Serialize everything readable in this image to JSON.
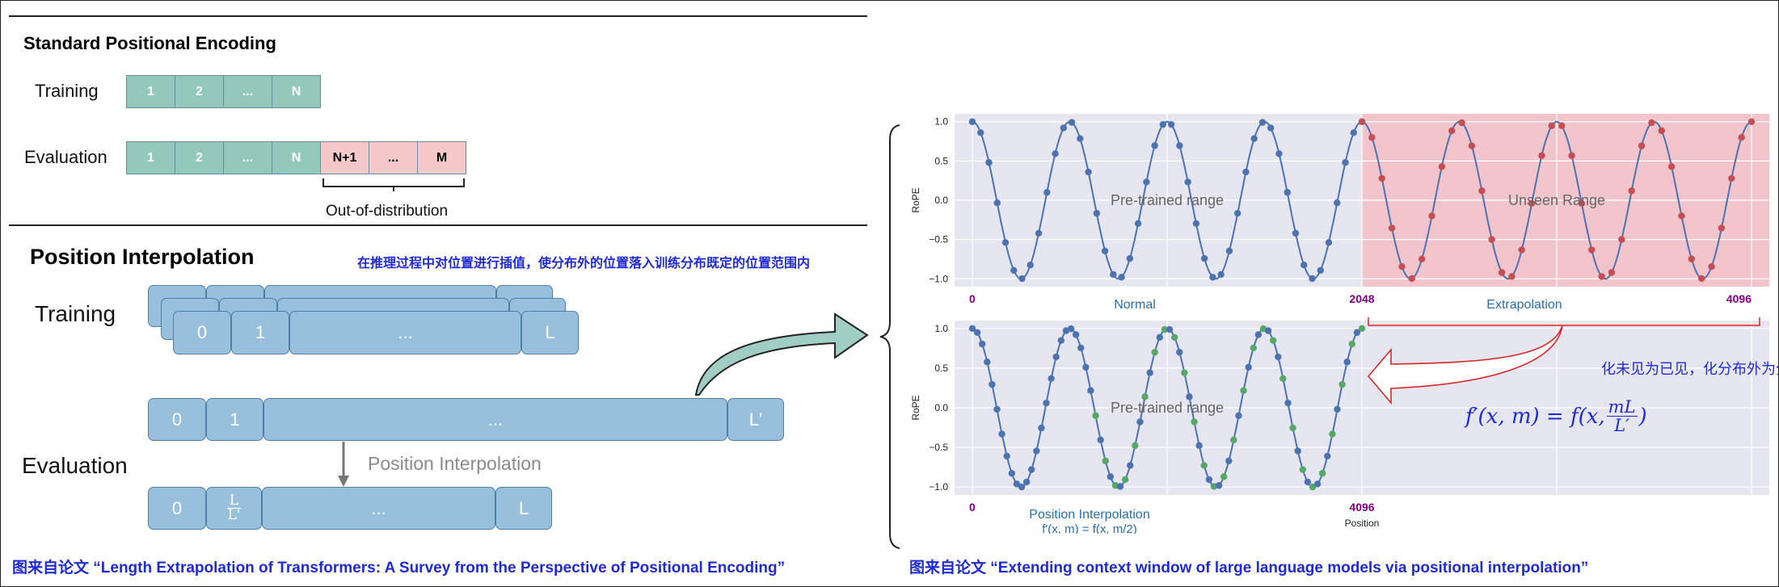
{
  "left": {
    "standard": {
      "title": "Standard Positional Encoding",
      "training_label": "Training",
      "evaluation_label": "Evaluation",
      "training_cells": [
        "1",
        "2",
        "...",
        "N"
      ],
      "eval_cells_in": [
        "1",
        "2",
        "...",
        "N"
      ],
      "eval_cells_out": [
        "N+1",
        "...",
        "M"
      ],
      "ood_label": "Out-of-distribution"
    },
    "interp": {
      "title": "Position Interpolation",
      "note": "在推理过程中对位置进行插值，使分布外的位置落入训练分布既定的位置范围内",
      "training_label": "Training",
      "evaluation_label": "Evaluation",
      "training_blocks": [
        "0",
        "1",
        "...",
        "L"
      ],
      "eval_blocks": [
        "0",
        "1",
        "...",
        "L'"
      ],
      "interp_blocks": [
        "0",
        "...",
        "L"
      ],
      "frac_num": "L",
      "frac_den": "L'",
      "arrow_label": "Position Interpolation"
    },
    "caption": "图来自论文 “Length Extrapolation of Transformers: A Survey from the Perspective of Positional Encoding”"
  },
  "right": {
    "caption": "图来自论文 “Extending context window of large language models via positional interpolation”",
    "note_zh": "化未见为已见，化分布外为分布内",
    "formula": {
      "lhs": "f′(x, m) = f(x, ",
      "num": "mL",
      "den": "L′",
      "rhs": ")"
    },
    "colors": {
      "plot_bg": "#e6e6f0",
      "unseen_bg": "#f2c4cc",
      "line": "#4c72b0",
      "blue_pt": "#4c72b0",
      "red_pt": "#c44e52",
      "green_pt": "#55a868",
      "purple_text": "#800080",
      "blue_text": "#2a6fa8",
      "red_brace": "#d62728"
    }
  },
  "chart_data": [
    {
      "type": "line",
      "ylabel": "RoPE",
      "ylim": [
        -1.1,
        1.1
      ],
      "yticks": [
        "1.0",
        "0.5",
        "0.0",
        "−0.5",
        "−1.0"
      ],
      "x_range": [
        0,
        4096
      ],
      "x_tick_labels": [
        "0",
        "2048",
        "4096"
      ],
      "region_labels": [
        "Pre-trained range",
        "Unseen Range"
      ],
      "axis_labels": [
        "Normal",
        "Extrapolation"
      ],
      "series": [
        {
          "x_range": [
            0,
            2048
          ],
          "period": 512,
          "points": 48
        },
        {
          "x_range": [
            2048,
            4096
          ],
          "period": 512,
          "points": 40
        }
      ]
    },
    {
      "type": "line",
      "ylabel": "RoPE",
      "ylim": [
        -1.1,
        1.1
      ],
      "yticks": [
        "1.0",
        "0.5",
        "0.0",
        "−0.5",
        "−1.0"
      ],
      "x_range": [
        0,
        4096
      ],
      "x_tick_labels": [
        "0",
        "4096"
      ],
      "region_labels": [
        "Pre-trained range"
      ],
      "axis_labels": [
        "Position Interpolation",
        "f'(x, m) = f(x, m/2)"
      ],
      "xlabel": "Position",
      "series": [
        {
          "x_range": [
            0,
            2048
          ],
          "period": 512,
          "points": 80
        }
      ]
    }
  ]
}
